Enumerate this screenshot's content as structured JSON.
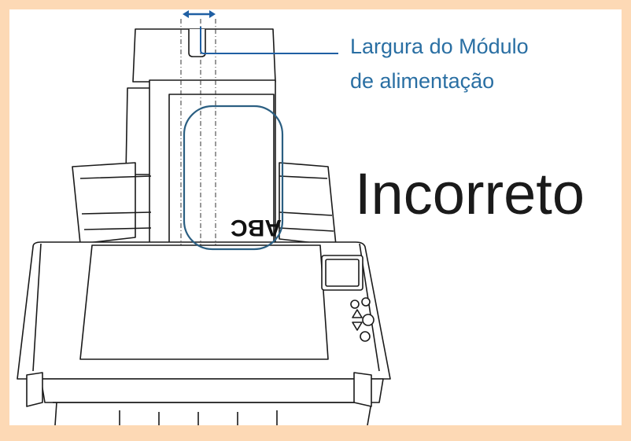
{
  "callout": {
    "line1": "Largura do Módulo",
    "line2": "de alimentação"
  },
  "verdict": "Incorreto",
  "document_text": "ABC",
  "colors": {
    "background": "#fdd9b5",
    "panel": "#ffffff",
    "callout_text": "#2a6fa3",
    "arrow": "#1f5fa3",
    "outline": "#1a1a1a",
    "highlight_outline": "#2b5f82"
  }
}
